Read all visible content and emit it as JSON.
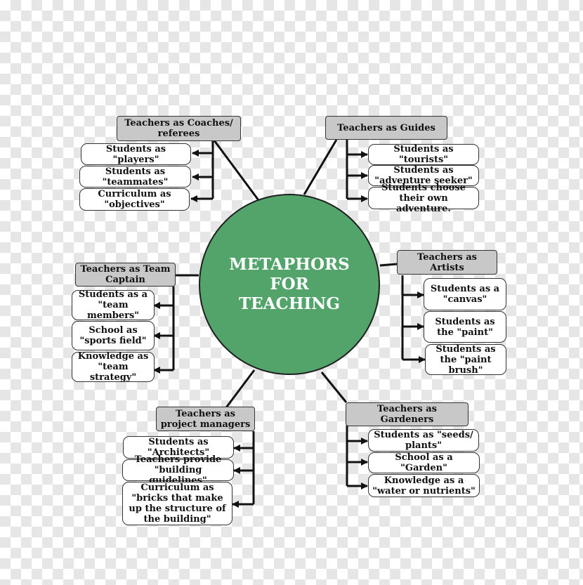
{
  "center": {
    "title": "METAPHORS FOR TEACHING"
  },
  "branches": {
    "coaches": {
      "title": "Teachers as Coaches/ referees",
      "items": [
        "Students as \"players\"",
        "Students as \"teammates\"",
        "Curriculum as \"objectives\""
      ]
    },
    "guides": {
      "title": "Teachers as Guides",
      "items": [
        "Students as \"tourists\"",
        "Students as \"adventure seeker\"",
        "Students choose their own adventure."
      ]
    },
    "captain": {
      "title": "Teachers as Team Captain",
      "items": [
        "Students as a \"team members\"",
        "School as \"sports field\"",
        "Knowledge as \"team strategy\""
      ]
    },
    "artists": {
      "title": "Teachers as Artists",
      "items": [
        "Students as a \"canvas\"",
        "Students as the \"paint\"",
        "Students as the \"paint brush\""
      ]
    },
    "managers": {
      "title": "Teachers as project managers",
      "items": [
        "Students as \"Architects\"",
        "Teachers provide \"building guidelines\"",
        "Curriculum as \"bricks that make up the structure of the building\""
      ]
    },
    "gardeners": {
      "title": "Teachers as Gardeners",
      "items": [
        "Students as \"seeds/ plants\"",
        "School as a \"Garden\"",
        "Knowledge as a \"water or nutrients\""
      ]
    }
  },
  "colors": {
    "hub": "#52a46b",
    "heading_fill": "#c8c8c8",
    "item_fill": "#ffffff",
    "lines": "#111111"
  }
}
